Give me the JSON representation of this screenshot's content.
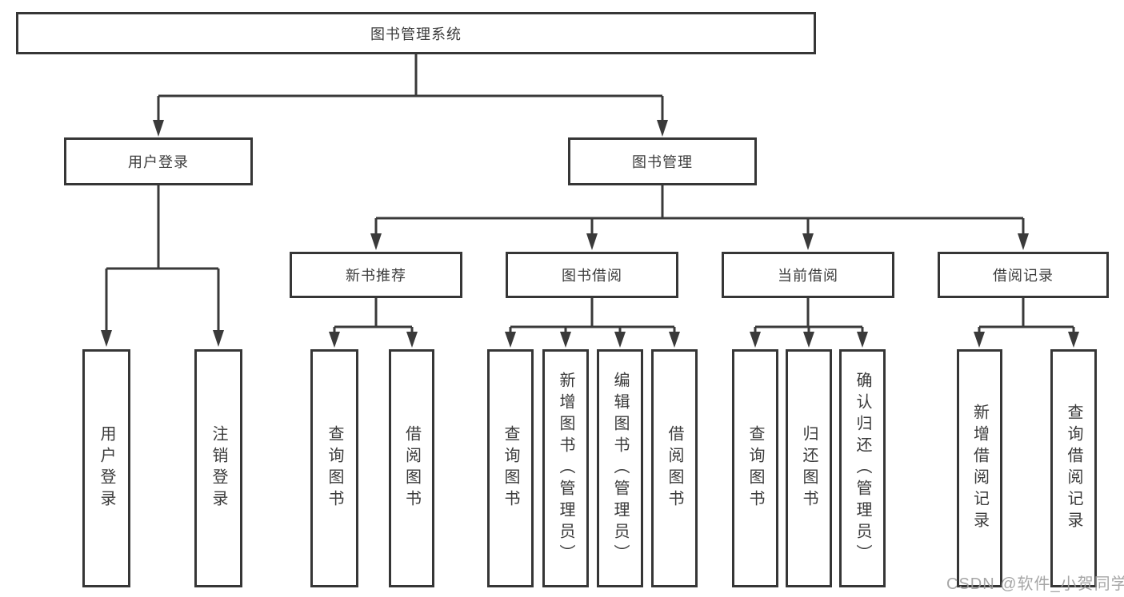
{
  "diagram": {
    "title": "图书管理系统",
    "watermark": "CSDN @软件_小贺同学",
    "colors": {
      "background": "#ffffff",
      "box_border": "#363636",
      "line": "#3a3a3a",
      "text": "#3b3b3b",
      "watermark": "#9e9e9e"
    },
    "tree": {
      "label": "图书管理系统",
      "children": [
        {
          "label": "用户登录",
          "children": [
            {
              "label": "用户登录"
            },
            {
              "label": "注销登录"
            }
          ]
        },
        {
          "label": "图书管理",
          "children": [
            {
              "label": "新书推荐",
              "children": [
                {
                  "label": "查询图书"
                },
                {
                  "label": "借阅图书"
                }
              ]
            },
            {
              "label": "图书借阅",
              "children": [
                {
                  "label": "查询图书"
                },
                {
                  "label": "新增图书（管理员）"
                },
                {
                  "label": "编辑图书（管理员）"
                },
                {
                  "label": "借阅图书"
                }
              ]
            },
            {
              "label": "当前借阅",
              "children": [
                {
                  "label": "查询图书"
                },
                {
                  "label": "归还图书"
                },
                {
                  "label": "确认归还（管理员）"
                }
              ]
            },
            {
              "label": "借阅记录",
              "children": [
                {
                  "label": "新增借阅记录"
                },
                {
                  "label": "查询借阅记录"
                }
              ]
            }
          ]
        }
      ]
    }
  }
}
